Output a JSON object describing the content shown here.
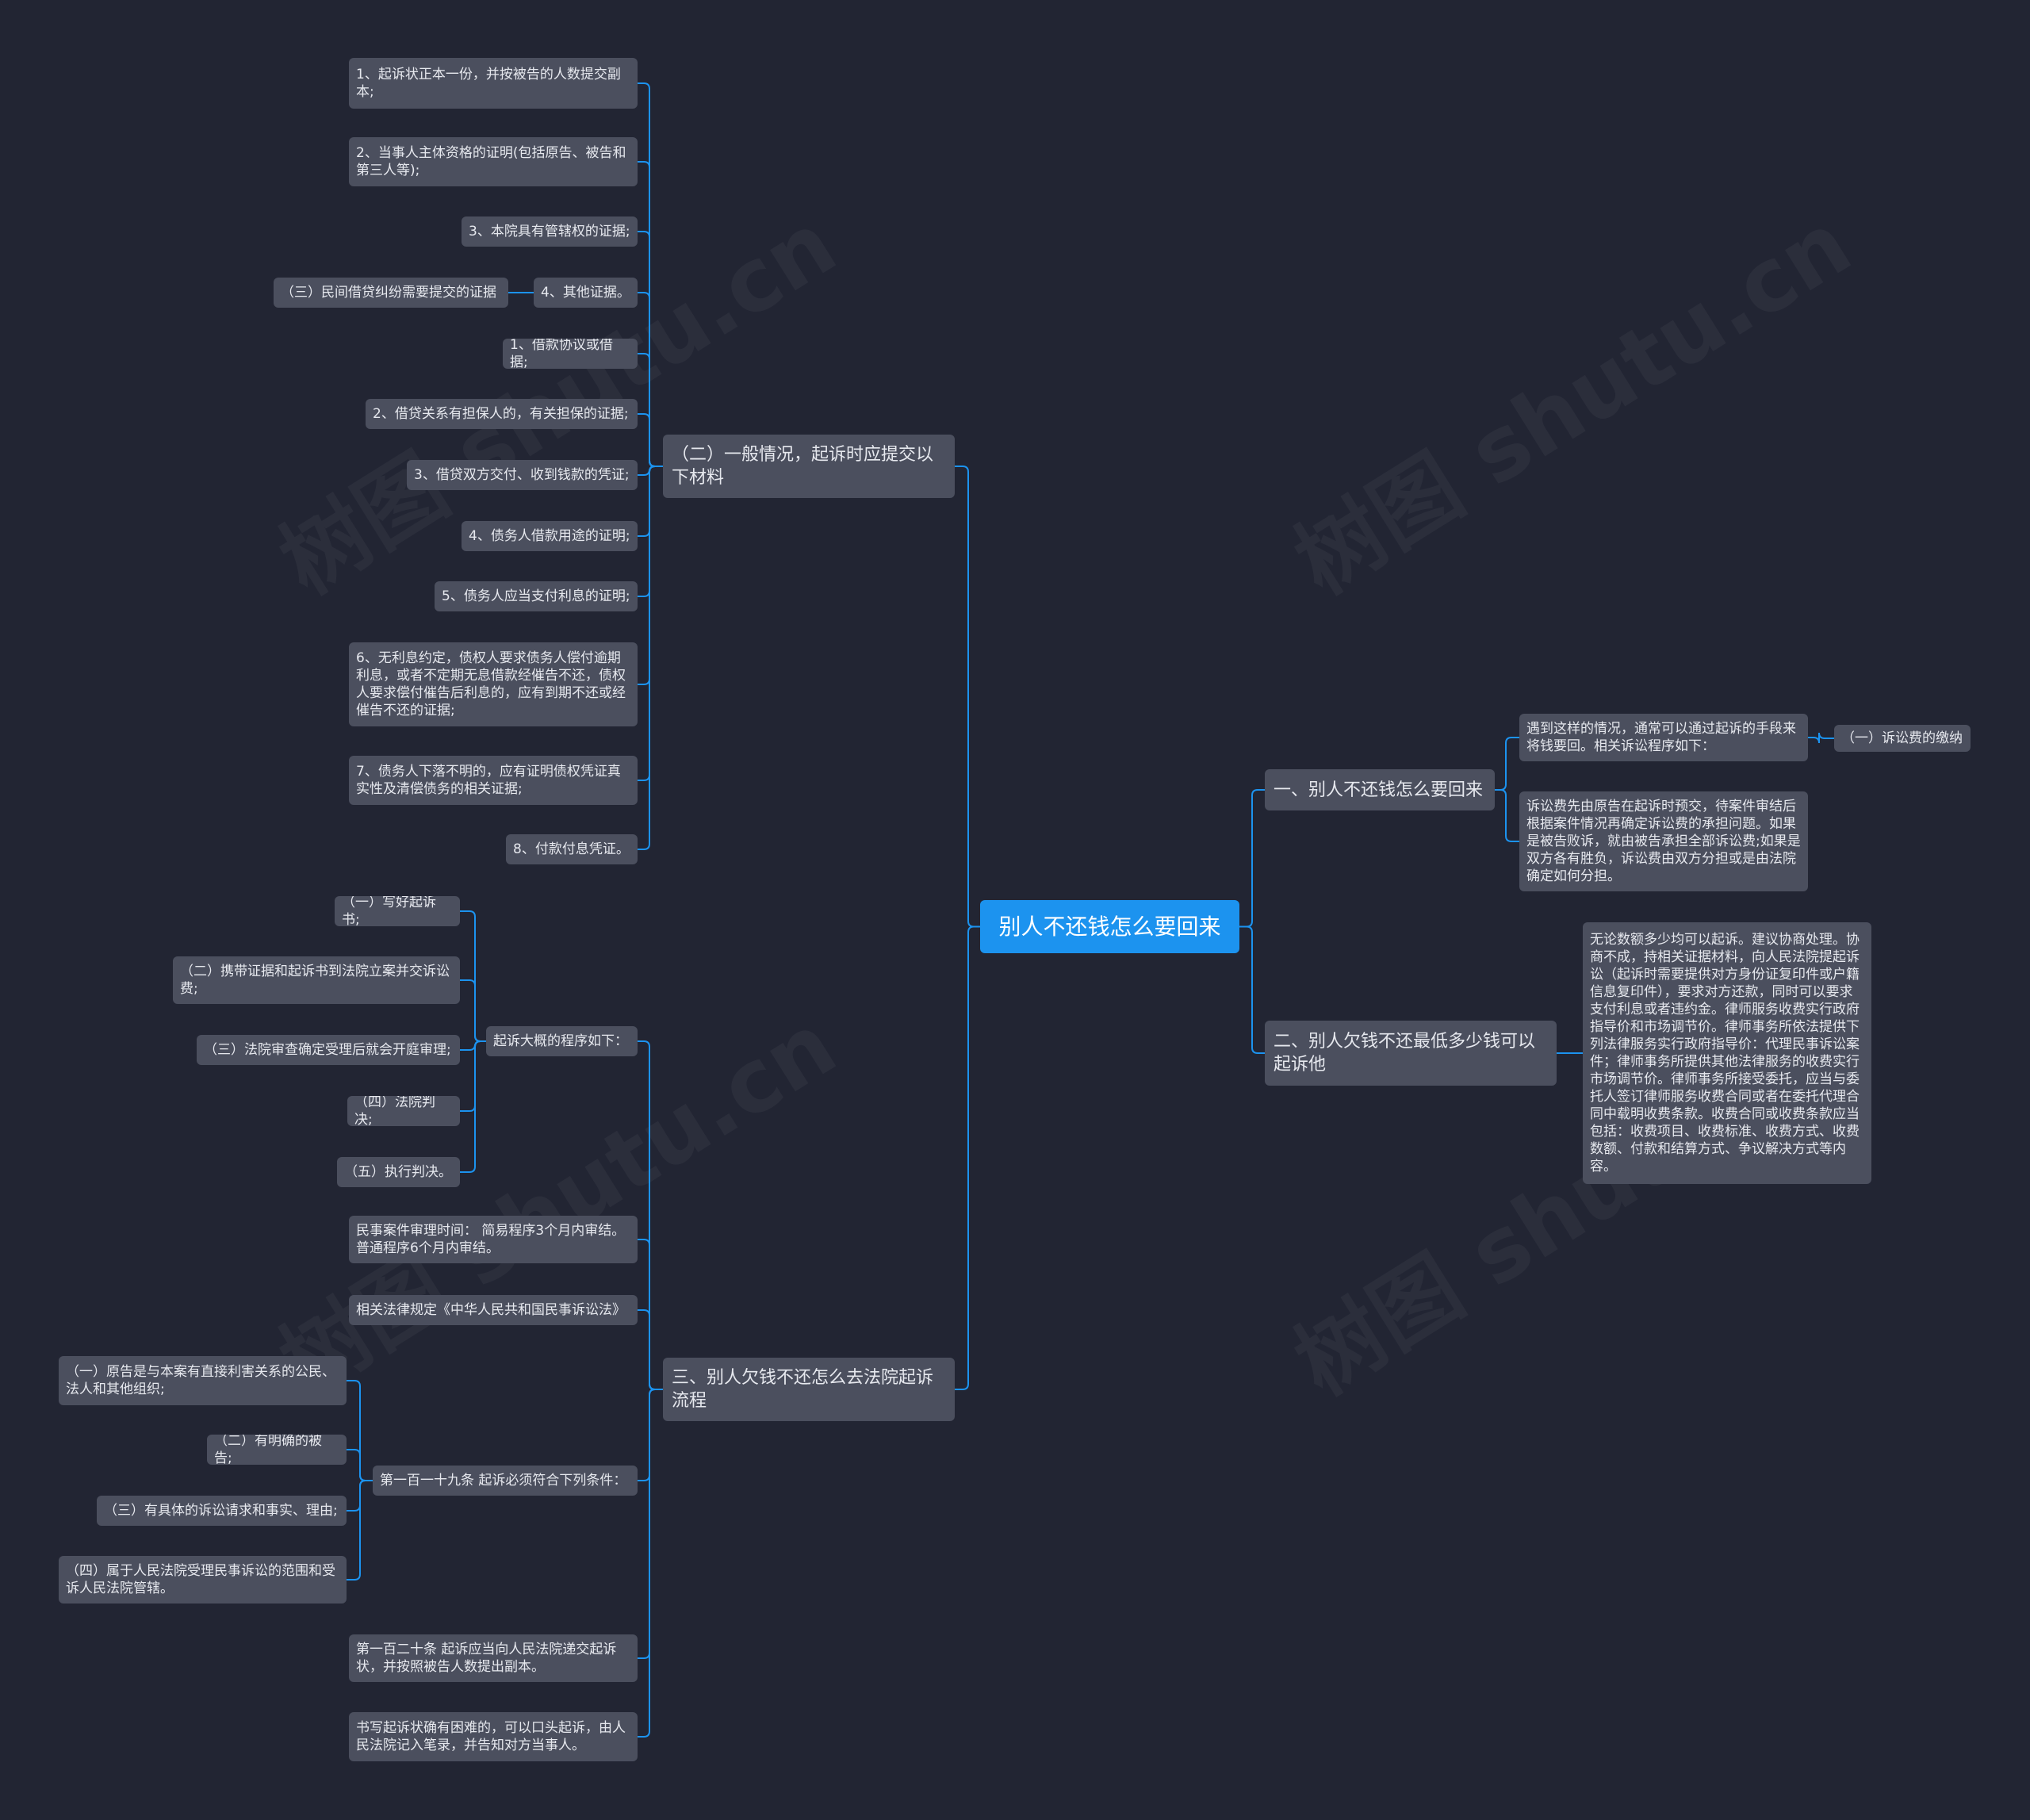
{
  "accent_color": "#1c93ef",
  "line_color": "#1c93ef",
  "node_color": "#4b4f5e",
  "watermark": "树图 shutu.cn",
  "root": "别人不还钱怎么要回来",
  "right": [
    {
      "label": "一、别人不还钱怎么要回来",
      "children": [
        {
          "label": "遇到这样的情况，通常可以通过起诉的手段来将钱要回。相关诉讼程序如下：",
          "children": [
            {
              "label": "（一）诉讼费的缴纳"
            }
          ]
        },
        {
          "label": "诉讼费先由原告在起诉时预交，待案件审结后根据案件情况再确定诉讼费的承担问题。如果是被告败诉，就由被告承担全部诉讼费;如果是双方各有胜负，诉讼费由双方分担或是由法院确定如何分担。"
        }
      ]
    },
    {
      "label": "二、别人欠钱不还最低多少钱可以起诉他",
      "children": [
        {
          "label": "无论数额多少均可以起诉。建议协商处理。协商不成，持相关证据材料，向人民法院提起诉讼（起诉时需要提供对方身份证复印件或户籍信息复印件），要求对方还款，同时可以要求支付利息或者违约金。律师服务收费实行政府指导价和市场调节价。律师事务所依法提供下列法律服务实行政府指导价：代理民事诉讼案件；律师事务所提供其他法律服务的收费实行市场调节价。律师事务所接受委托，应当与委托人签订律师服务收费合同或者在委托代理合同中载明收费条款。收费合同或收费条款应当包括：收费项目、收费标准、收费方式、收费数额、付款和结算方式、争议解决方式等内容。"
        }
      ]
    }
  ],
  "left": [
    {
      "label": "（二）一般情况，起诉时应提交以下材料",
      "children": [
        {
          "label": "1、起诉状正本一份，并按被告的人数提交副本;"
        },
        {
          "label": "2、当事人主体资格的证明(包括原告、被告和第三人等);"
        },
        {
          "label": "3、本院具有管辖权的证据;"
        },
        {
          "label": "4、其他证据。",
          "children": [
            {
              "label": "（三）民间借贷纠纷需要提交的证据"
            }
          ]
        },
        {
          "label": "1、借款协议或借据;"
        },
        {
          "label": "2、借贷关系有担保人的，有关担保的证据;"
        },
        {
          "label": "3、借贷双方交付、收到钱款的凭证;"
        },
        {
          "label": "4、债务人借款用途的证明;"
        },
        {
          "label": "5、债务人应当支付利息的证明;"
        },
        {
          "label": "6、无利息约定，债权人要求债务人偿付逾期利息，或者不定期无息借款经催告不还，债权人要求偿付催告后利息的，应有到期不还或经催告不还的证据;"
        },
        {
          "label": "7、债务人下落不明的，应有证明债权凭证真实性及清偿债务的相关证据;"
        },
        {
          "label": "8、付款付息凭证。"
        }
      ]
    },
    {
      "label": "三、别人欠钱不还怎么去法院起诉流程",
      "children": [
        {
          "label": "起诉大概的程序如下：",
          "children": [
            {
              "label": "（一）写好起诉书;"
            },
            {
              "label": "（二）携带证据和起诉书到法院立案并交诉讼费;"
            },
            {
              "label": "（三）法院审查确定受理后就会开庭审理;"
            },
            {
              "label": "（四）法院判决;"
            },
            {
              "label": "（五）执行判决。"
            }
          ]
        },
        {
          "label": "民事案件审理时间： 简易程序3个月内审结。普通程序6个月内审结。"
        },
        {
          "label": "相关法律规定《中华人民共和国民事诉讼法》"
        },
        {
          "label": "第一百一十九条 起诉必须符合下列条件：",
          "children": [
            {
              "label": "（一）原告是与本案有直接利害关系的公民、法人和其他组织;"
            },
            {
              "label": "（二）有明确的被告;"
            },
            {
              "label": "（三）有具体的诉讼请求和事实、理由;"
            },
            {
              "label": "（四）属于人民法院受理民事诉讼的范围和受诉人民法院管辖。"
            }
          ]
        },
        {
          "label": "第一百二十条 起诉应当向人民法院递交起诉状，并按照被告人数提出副本。"
        },
        {
          "label": "书写起诉状确有困难的，可以口头起诉，由人民法院记入笔录，并告知对方当事人。"
        }
      ]
    }
  ]
}
